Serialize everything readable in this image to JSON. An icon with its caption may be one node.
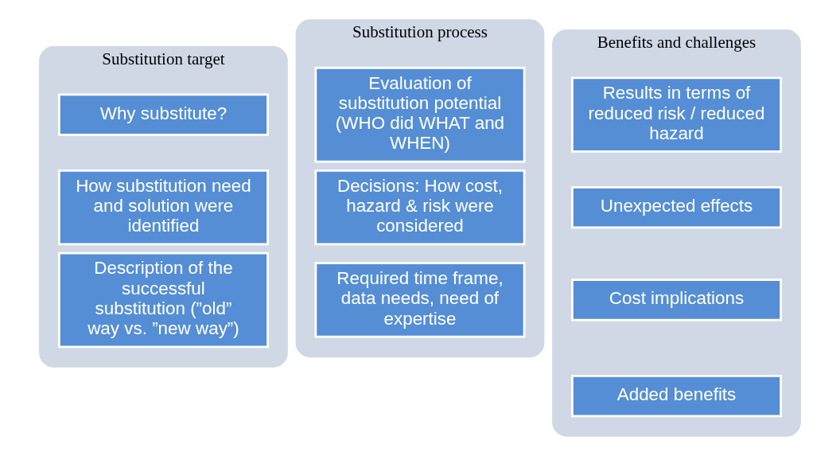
{
  "diagram": {
    "nodes": [
      {
        "text": [
          "Substitution target"
        ]
      },
      {
        "text": [
          "Why substitute?"
        ],
        "in": 0
      },
      {
        "text": [
          "How substitution need and solution were identified"
        ],
        "in": 0
      },
      {
        "text": [
          "Description of the successful substitution (”old” way vs. ”new way”)"
        ],
        "in": 0
      },
      {
        "text": [
          "Substitution process"
        ]
      },
      {
        "text": [
          "Evaluation of substitution potential (WHO did WHAT and WHEN)"
        ],
        "in": 4
      },
      {
        "text": [
          "Decisions: How cost, hazard & risk were considered"
        ],
        "in": 4
      },
      {
        "text": [
          "Required time frame, data needs, need of expertise"
        ],
        "in": 4
      },
      {
        "text": [
          "Benefits and challenges"
        ]
      },
      {
        "text": [
          "Results in terms of reduced risk / reduced hazard"
        ],
        "in": 8
      },
      {
        "text": [
          "Unexpected effects"
        ],
        "in": 8
      },
      {
        "text": [
          "Cost implications"
        ],
        "in": 8
      },
      {
        "text": [
          "Added benefits"
        ],
        "in": 8
      }
    ],
    "edges": []
  }
}
